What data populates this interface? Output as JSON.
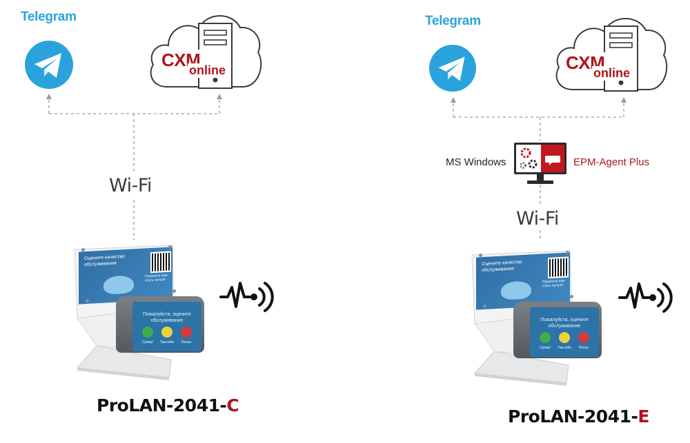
{
  "left": {
    "telegram_label": "Telegram",
    "cloud_logo": {
      "top": "CXM",
      "bottom": "online"
    },
    "connection_label": "Wi-Fi",
    "device": {
      "panel_text": "Оцените качество обслуживания",
      "qr_caption": "Помогите нам стать лучше!",
      "screen_title": "Пожалуйста, оцените обслуживание",
      "buttons": [
        "Супер!",
        "Так себе",
        "Плохо"
      ]
    },
    "model": {
      "name": "ProLAN-2041-",
      "suffix": "C"
    }
  },
  "right": {
    "telegram_label": "Telegram",
    "cloud_logo": {
      "top": "CXM",
      "bottom": "online"
    },
    "pc_os_label": "MS Windows",
    "agent_label": "EPM-Agent Plus",
    "connection_label": "Wi-Fi",
    "device": {
      "panel_text": "Оцените качество обслуживания",
      "qr_caption": "Помогите нам стать лучше!",
      "screen_title": "Пожалуйста, оцените обслуживание",
      "buttons": [
        "Супер!",
        "Так себе",
        "Плохо"
      ]
    },
    "model": {
      "name": "ProLAN-2041-",
      "suffix": "E"
    }
  },
  "colors": {
    "telegram_blue": "#2aa3dd",
    "brand_red": "#b0141a",
    "connector_gray": "#9a9a9a",
    "screen_blue": "#2c73a8"
  },
  "icons": [
    "telegram-icon",
    "cloud-server-icon",
    "monitor-gears-icon",
    "pulse-waves-icon"
  ]
}
